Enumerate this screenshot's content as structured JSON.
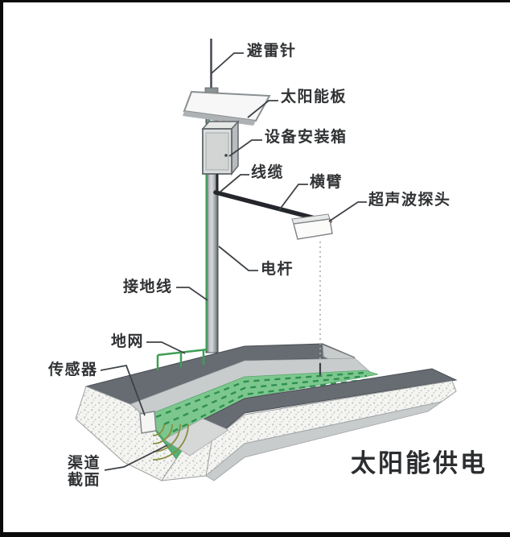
{
  "diagram": {
    "caption": "太阳能供电",
    "labels": {
      "lightning_rod": "避雷针",
      "solar_panel": "太阳能板",
      "equipment_box": "设备安装箱",
      "cable": "线缆",
      "cross_arm": "横臂",
      "ultrasonic_probe": "超声波探头",
      "pole": "电杆",
      "grounding_wire": "接地线",
      "ground_grid": "地网",
      "sensor": "传感器",
      "channel_section_line1": "渠道",
      "channel_section_line2": "截面"
    },
    "colors": {
      "text": "#303234",
      "bank_top": "#676c72",
      "wall_light": "#c9cccd",
      "wall_lighter": "#d6d8d8",
      "concrete_base": "#f4f4f1",
      "concrete_dot": "#c0c3c4",
      "water": "#7cc78d",
      "water_dark": "#55b175",
      "water_dash": "#2f8f52",
      "ground_green": "#3f9e57",
      "arm_dark": "#24262b",
      "probe_red": "#b23228",
      "pole_edge": "#565b60",
      "pole_light": "#d6d9da",
      "box_face": "#dcdedd",
      "box_side": "#b9bcbe",
      "panel_face": "#f6f7f6",
      "panel_under": "#aeb2b4",
      "outline": "#63686d",
      "pointer": "#3e4246",
      "dotted_line": "#a9aeb1",
      "sonar_arc": "#8a8d3e"
    }
  }
}
